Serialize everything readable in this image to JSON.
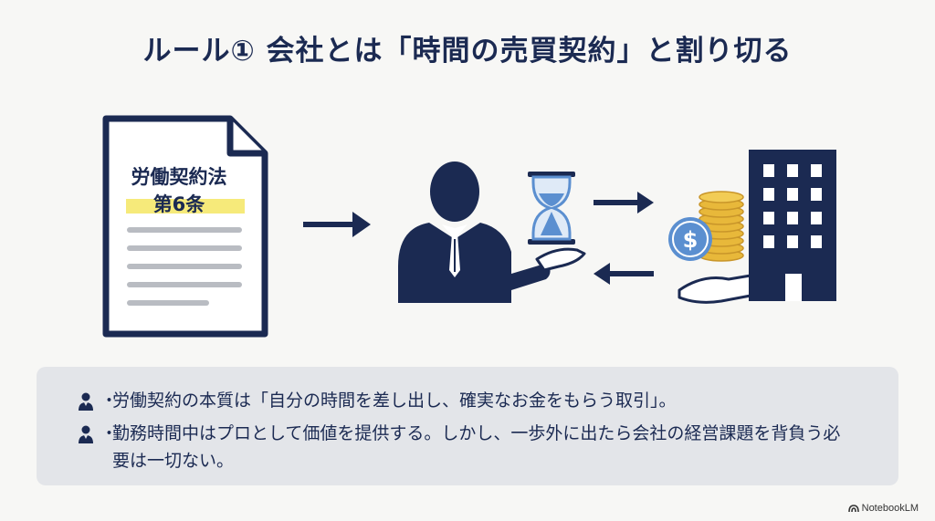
{
  "title": "ルール① 会社とは「時間の売買契約」と割り切る",
  "document": {
    "line1": "労働契約法",
    "line2": "第6条"
  },
  "bullets": [
    {
      "icon": "person-icon",
      "dot": "・",
      "text": "労働契約の本質は「自分の時間を差し出し、確実なお金をもらう取引」。"
    },
    {
      "icon": "person-icon",
      "dot": "・",
      "text": "勤務時間中はプロとして価値を提供する。しかし、一歩外に出たら会社の経営課題を背負う必要は一切ない。"
    }
  ],
  "brand": "NotebookLM",
  "colors": {
    "navy": "#1b2a52",
    "highlight": "#f6ea7a",
    "gold": "#e8b83a",
    "blue": "#5b8fd0",
    "panel": "#e3e5e9"
  }
}
